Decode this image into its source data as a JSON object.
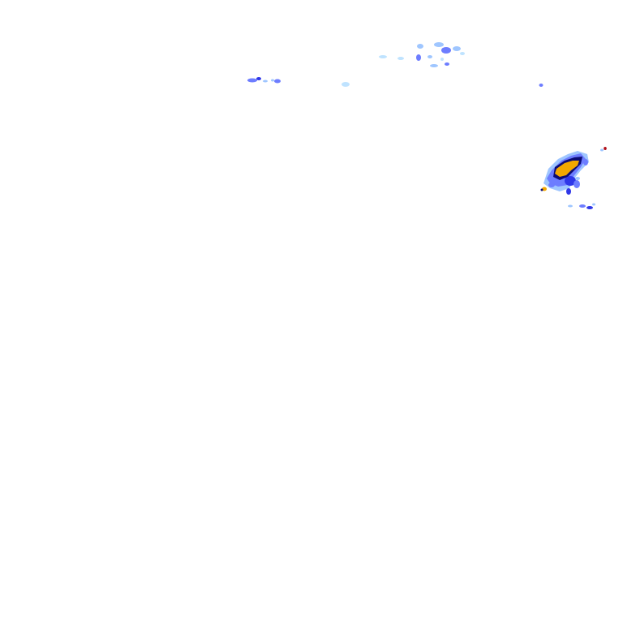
{
  "layer": {
    "kind": "radar-precipitation-overlay",
    "background": "#ffffff"
  },
  "palette": {
    "very_light": "#bfe3ff",
    "light": "#9fc6ff",
    "medium": "#6d7dff",
    "strong": "#2f37e8",
    "dark": "#0b0b74",
    "heavy": "#f2a800",
    "extreme": "#b0101a"
  },
  "echo_clusters": [
    {
      "id": "north-central-cluster",
      "intensity_levels": [
        "very_light",
        "light",
        "medium"
      ]
    },
    {
      "id": "north-west-cluster",
      "intensity_levels": [
        "light",
        "medium",
        "strong"
      ]
    },
    {
      "id": "north-small-echo",
      "intensity_levels": [
        "very_light"
      ]
    },
    {
      "id": "north-east-speck",
      "intensity_levels": [
        "medium"
      ]
    },
    {
      "id": "east-storm-cell",
      "intensity_levels": [
        "light",
        "medium",
        "strong",
        "dark",
        "heavy"
      ]
    },
    {
      "id": "east-trailing-echoes",
      "intensity_levels": [
        "light",
        "medium",
        "strong"
      ]
    },
    {
      "id": "far-east-speck",
      "intensity_levels": [
        "extreme"
      ]
    }
  ]
}
